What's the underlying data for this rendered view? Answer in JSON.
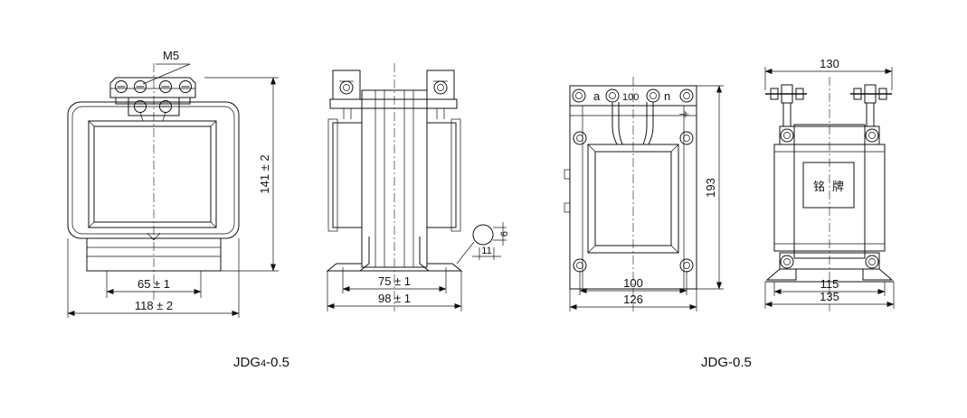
{
  "left": {
    "caption": "JDG",
    "caption_sub": "4",
    "caption_tail": "-0.5",
    "screw_label": "M5",
    "height_dim": "141 ± 2",
    "inner_width_dim": "65 ± 1",
    "outer_width_dim": "118 ± 2",
    "side_inner_dim": "75 ± 1",
    "side_outer_dim": "98 ± 1",
    "hole_width": "11",
    "hole_height": "6"
  },
  "right": {
    "caption": "JDG-0.5",
    "terminal_a": "a",
    "terminal_mid": "100",
    "terminal_n": "n",
    "height_dim": "193",
    "inner_width_dim": "100",
    "outer_width_dim": "126",
    "side_top_dim": "130",
    "side_inner_dim": "115",
    "side_outer_dim": "135",
    "nameplate_1": "铭",
    "nameplate_2": "牌"
  }
}
